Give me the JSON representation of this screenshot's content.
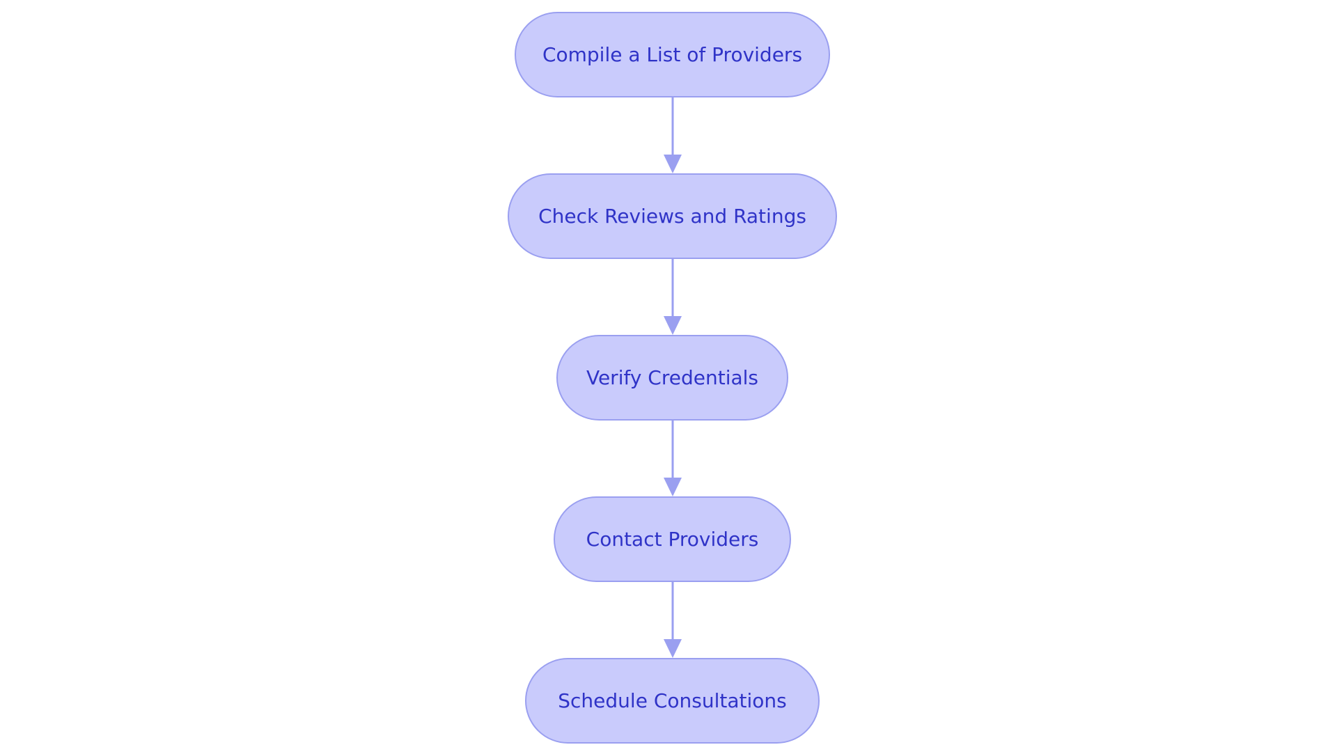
{
  "diagram": {
    "type": "flowchart",
    "direction": "top-to-bottom",
    "colors": {
      "node_fill": "#c9cbfc",
      "node_border": "#9a9ff0",
      "node_text": "#2f33c7",
      "edge": "#9a9ff0"
    },
    "nodes": [
      {
        "id": "n1",
        "label": "Compile a List of Providers"
      },
      {
        "id": "n2",
        "label": "Check Reviews and Ratings"
      },
      {
        "id": "n3",
        "label": "Verify Credentials"
      },
      {
        "id": "n4",
        "label": "Contact Providers"
      },
      {
        "id": "n5",
        "label": "Schedule Consultations"
      }
    ],
    "edges": [
      {
        "from": "n1",
        "to": "n2"
      },
      {
        "from": "n2",
        "to": "n3"
      },
      {
        "from": "n3",
        "to": "n4"
      },
      {
        "from": "n4",
        "to": "n5"
      }
    ]
  }
}
